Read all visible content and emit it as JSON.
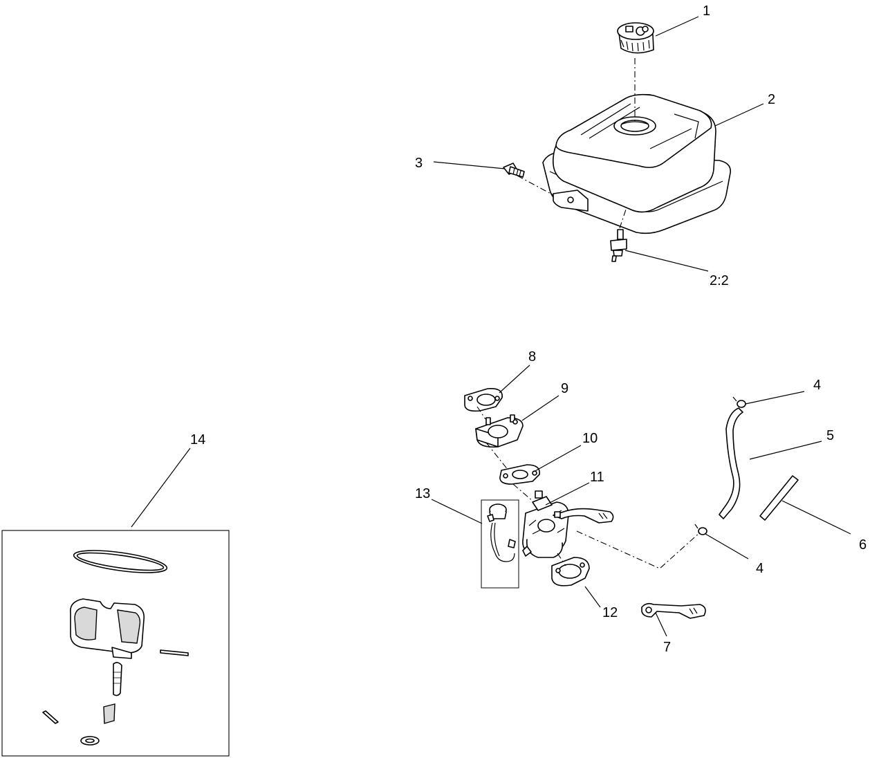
{
  "callouts": {
    "c1": "1",
    "c2": "2",
    "c2_2": "2:2",
    "c3": "3",
    "c4_top": "4",
    "c4_bottom": "4",
    "c5": "5",
    "c6": "6",
    "c7": "7",
    "c8": "8",
    "c9": "9",
    "c10": "10",
    "c11": "11",
    "c12": "12",
    "c13": "13",
    "c14": "14"
  },
  "colors": {
    "line": "#000000",
    "fill": "#ffffff",
    "shade": "#d9d9d9"
  }
}
